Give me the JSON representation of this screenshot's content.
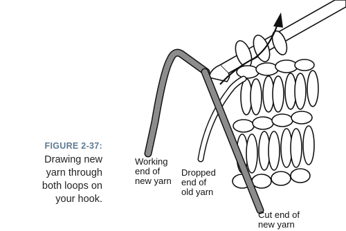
{
  "figure": {
    "label": "FIGURE 2-37:",
    "caption_lines": [
      "Drawing new",
      "yarn through",
      "both loops on",
      "your hook."
    ]
  },
  "callouts": {
    "working_end": [
      "Working",
      "end of",
      "new yarn"
    ],
    "dropped_end": [
      "Dropped",
      "end of",
      "old yarn"
    ],
    "cut_end": [
      "Cut end of",
      "new yarn"
    ]
  },
  "colors": {
    "caption_label": "#5d7a92",
    "hook_fill": "#8c8c8c",
    "new_yarn": "#8c8c8c",
    "yarn_fill": "#ffffff",
    "outline": "#111111"
  }
}
